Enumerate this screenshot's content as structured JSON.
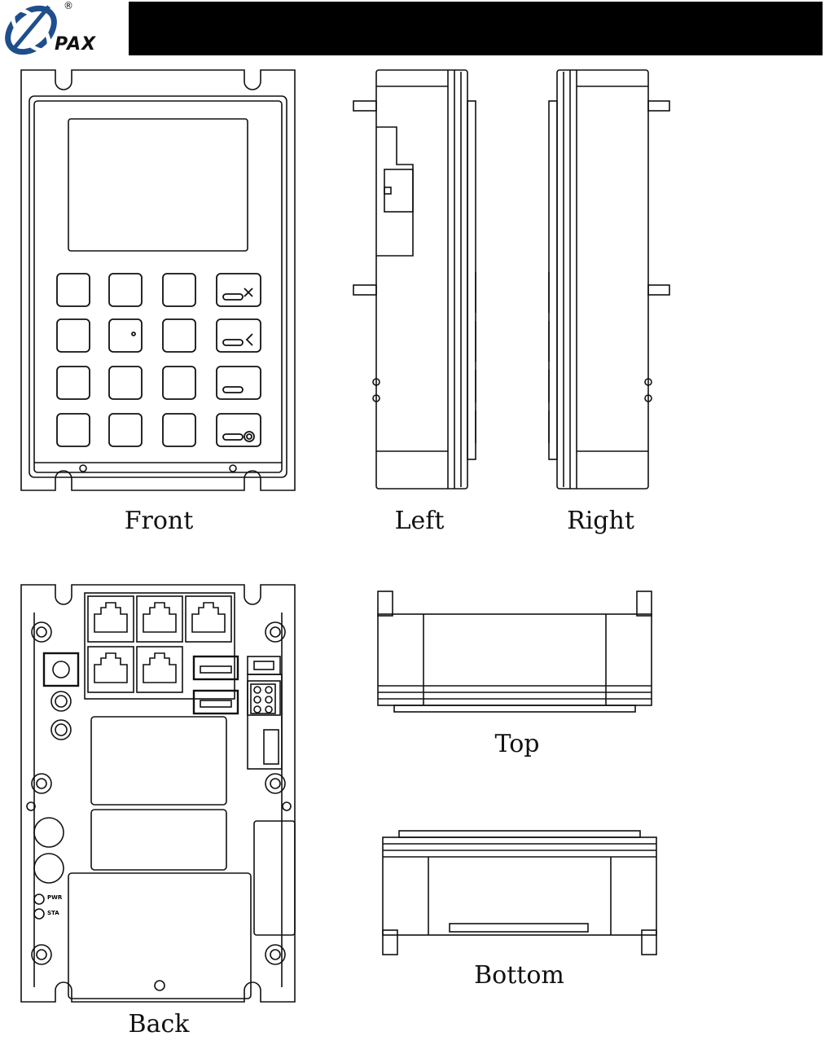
{
  "brand": {
    "name": "PAX",
    "registered_mark": "®",
    "colors": {
      "primary": "#1f4e8c",
      "header_bar": "#000000"
    }
  },
  "views": {
    "front": {
      "caption": "Front"
    },
    "left": {
      "caption": "Left"
    },
    "right": {
      "caption": "Right"
    },
    "back": {
      "caption": "Back",
      "leds": [
        "PWR",
        "STA"
      ]
    },
    "top": {
      "caption": "Top"
    },
    "bottom": {
      "caption": "Bottom"
    }
  }
}
